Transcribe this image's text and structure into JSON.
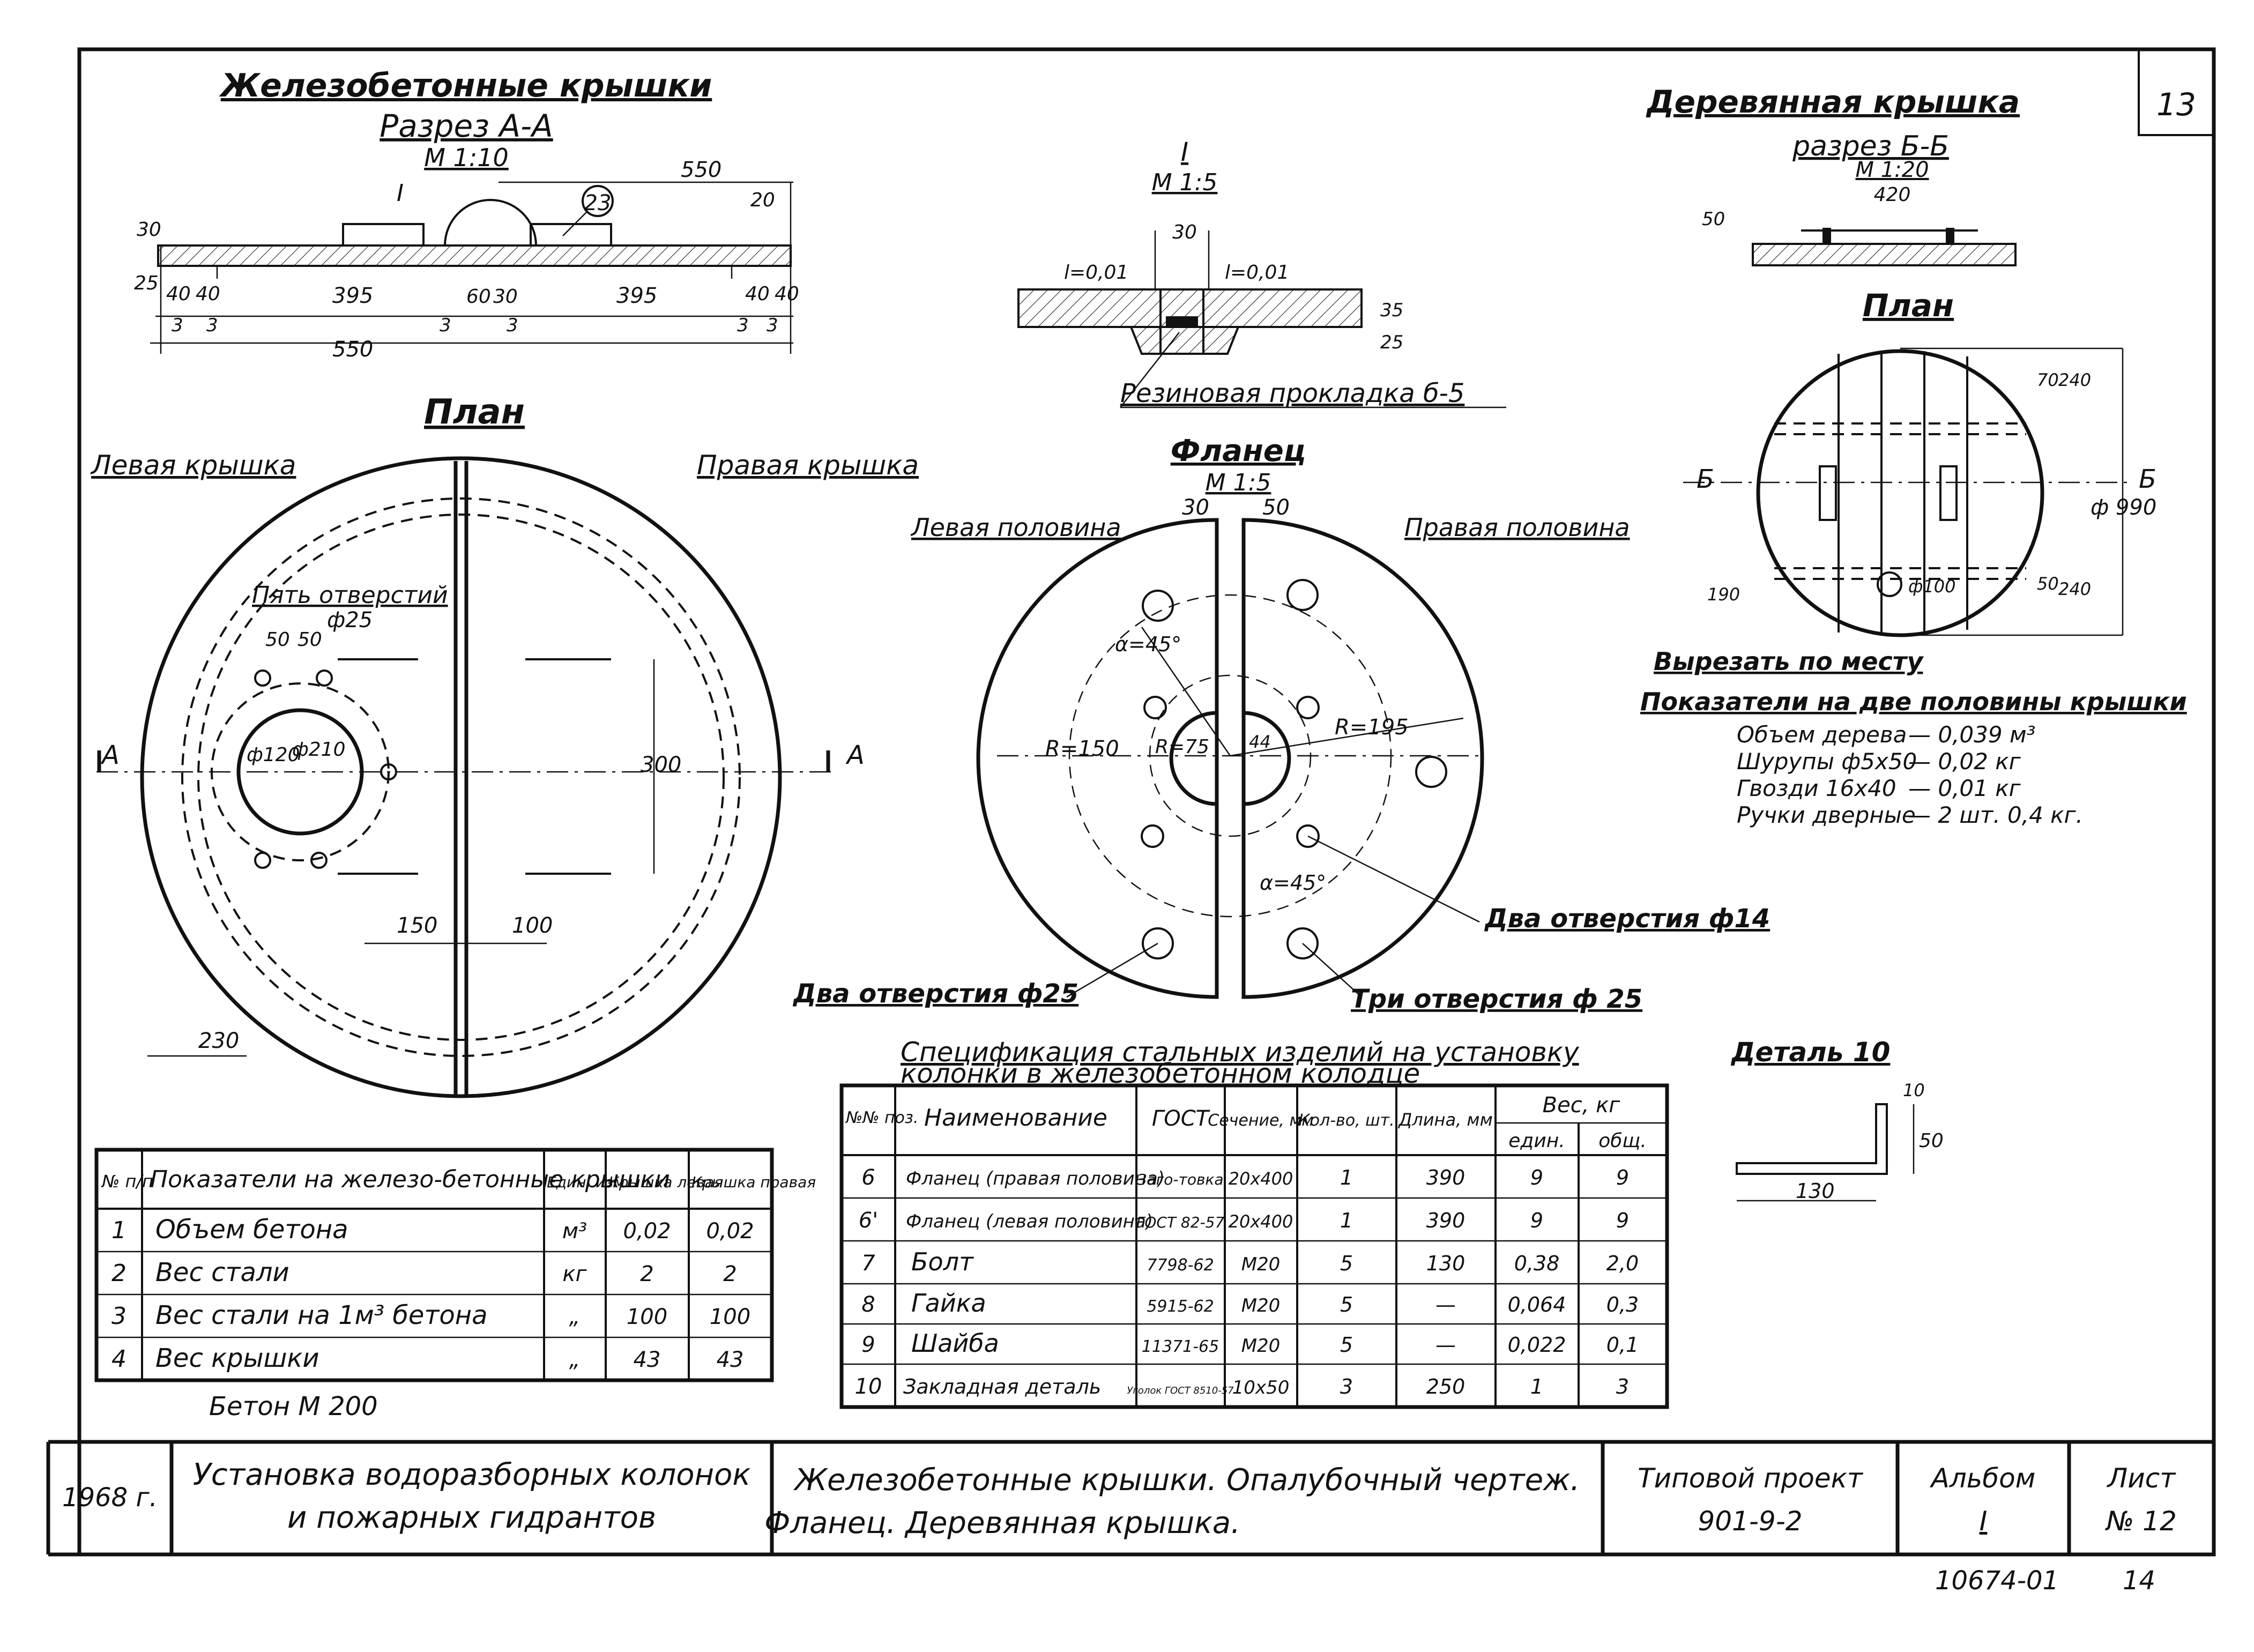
{
  "sheet": {
    "page_corner": "13",
    "left_title": "Железобетонные крышки",
    "section_aa": "Разрез А-А",
    "section_aa_scale": "М 1:10",
    "right_title": "Деревянная крышка",
    "section_bb": "разрез Б-Б",
    "section_bb_scale": "М 1:20",
    "plan_label": "План",
    "plan_label_right": "План",
    "detail_i_label": "I",
    "detail_i_scale": "М 1:5",
    "rubber_gasket": "Резиновая прокладка б-5",
    "flange_label": "Фланец",
    "flange_scale": "М 1:5",
    "left_cover": "Левая крышка",
    "right_cover": "Правая крышка",
    "five_holes": "Пять отверстий",
    "five_holes_d": "ф25",
    "left_half": "Левая половина",
    "right_half": "Правая половина",
    "two_holes_25": "Два отверстия ф25",
    "two_holes_14": "Два отверстия ф14",
    "three_holes_25": "Три отверстия ф 25",
    "cut_in_place": "Вырезать по месту",
    "wood_indicators_title": "Показатели на две половины крышки",
    "wood_indicators": [
      {
        "name": "Объем дерева",
        "value": "— 0,039 м³"
      },
      {
        "name": "Шурупы ф5x50",
        "value": "— 0,02 кг"
      },
      {
        "name": "Гвозди 16x40",
        "value": "— 0,01 кг"
      },
      {
        "name": "Ручки дверные",
        "value": "— 2 шт. 0,4 кг."
      }
    ],
    "detail10_label": "Деталь 10",
    "concrete_grade": "Бетон М 200",
    "section_marks": {
      "a_left": "А",
      "a_right": "А",
      "b_left": "Б",
      "b_right": "Б",
      "balloon": "23"
    },
    "dims": {
      "d550_top": "550",
      "d30": "30",
      "d25": "25",
      "d40a": "40",
      "d40b": "40",
      "d395a": "395",
      "d60": "60",
      "d30b": "30",
      "d395b": "395",
      "d40c": "40",
      "d40d": "40",
      "d3a": "3",
      "d3b": "3",
      "d3c": "3",
      "d3d": "3",
      "d3e": "3",
      "d3f": "3",
      "d550_bot": "550",
      "d20": "20",
      "i30": "30",
      "i_l1": "l=0,01",
      "i_l2": "l=0,01",
      "i35": "35",
      "i25": "25",
      "f30": "30",
      "f50": "50",
      "f_a45": "α=45°",
      "f_a45b": "α=45°",
      "f_r150": "R=150",
      "f_r75": "R=75",
      "f_r195": "R=195",
      "f_a44": "44",
      "p50a": "50",
      "p50b": "50",
      "p_d120": "ф120",
      "p_d210": "ф210",
      "p300": "300",
      "p150": "150",
      "p100": "100",
      "p230": "230",
      "w50": "50",
      "w420": "420",
      "w_d990": "ф 990",
      "w70": "70",
      "w240a": "240",
      "w190": "190",
      "w50b": "50",
      "w240b": "240",
      "w_d100": "ф100",
      "det10_130": "130",
      "det10_50": "50",
      "det10_10": "10"
    },
    "bottom_number": "10674-01",
    "bottom_page": "14"
  },
  "indicators_table": {
    "headers": [
      "№ п/п",
      "Показатели на железо-бетонные крышки",
      "Един. изм.",
      "Крышка левая",
      "Крышка правая"
    ],
    "rows": [
      [
        "1",
        "Объем бетона",
        "м³",
        "0,02",
        "0,02"
      ],
      [
        "2",
        "Вес стали",
        "кг",
        "2",
        "2"
      ],
      [
        "3",
        "Вес стали на 1м³ бетона",
        "„",
        "100",
        "100"
      ],
      [
        "4",
        "Вес крышки",
        "„",
        "43",
        "43"
      ]
    ]
  },
  "spec_table": {
    "title_line1": "Спецификация стальных изделий на установку",
    "title_line2": "колонки в железобетонном колодце",
    "headers": [
      "№№ поз.",
      "Наименование",
      "ГОСТ",
      "Сечение, мм",
      "Кол-во, шт.",
      "Длина, мм",
      "Вес, кг",
      "един.",
      "общ."
    ],
    "rows": [
      [
        "6",
        "Фланец (правая половина)",
        "Заго-товка",
        "20х400",
        "1",
        "390",
        "9",
        "9"
      ],
      [
        "6'",
        "Фланец (левая половина)",
        "ГОСТ 82-57",
        "20х400",
        "1",
        "390",
        "9",
        "9"
      ],
      [
        "7",
        "Болт",
        "7798-62",
        "М20",
        "5",
        "130",
        "0,38",
        "2,0"
      ],
      [
        "8",
        "Гайка",
        "5915-62",
        "М20",
        "5",
        "—",
        "0,064",
        "0,3"
      ],
      [
        "9",
        "Шайба",
        "11371-65",
        "М20",
        "5",
        "—",
        "0,022",
        "0,1"
      ],
      [
        "10",
        "Закладная деталь",
        "Уголок ГОСТ 8510-57",
        "10х50",
        "3",
        "250",
        "1",
        "3"
      ]
    ]
  },
  "title_block": {
    "year": "1968 г.",
    "project_line1": "Установка водоразборных колонок",
    "project_line2": "и пожарных гидрантов",
    "sheet_line1": "Железобетонные крышки. Опалубочный чертеж.",
    "sheet_line2": "Фланец. Деревянная крышка.",
    "typical_project_label": "Типовой проект",
    "typical_project_no": "901-9-2",
    "album_label": "Альбом",
    "album_no": "I",
    "sheet_label": "Лист",
    "sheet_no": "№ 12"
  }
}
